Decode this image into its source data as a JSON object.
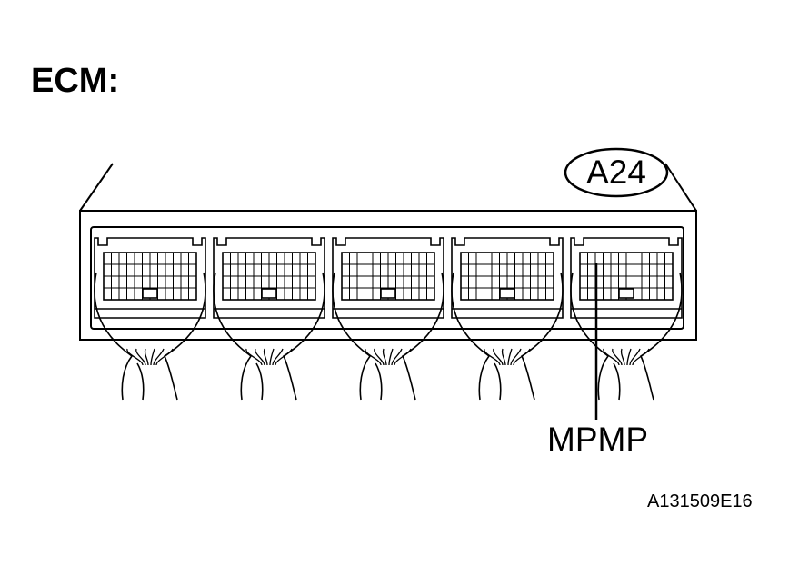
{
  "title": "ECM:",
  "connector_id": "A24",
  "pin_label": "MPMP",
  "figure_id": "A131509E16",
  "connector_count": 5
}
